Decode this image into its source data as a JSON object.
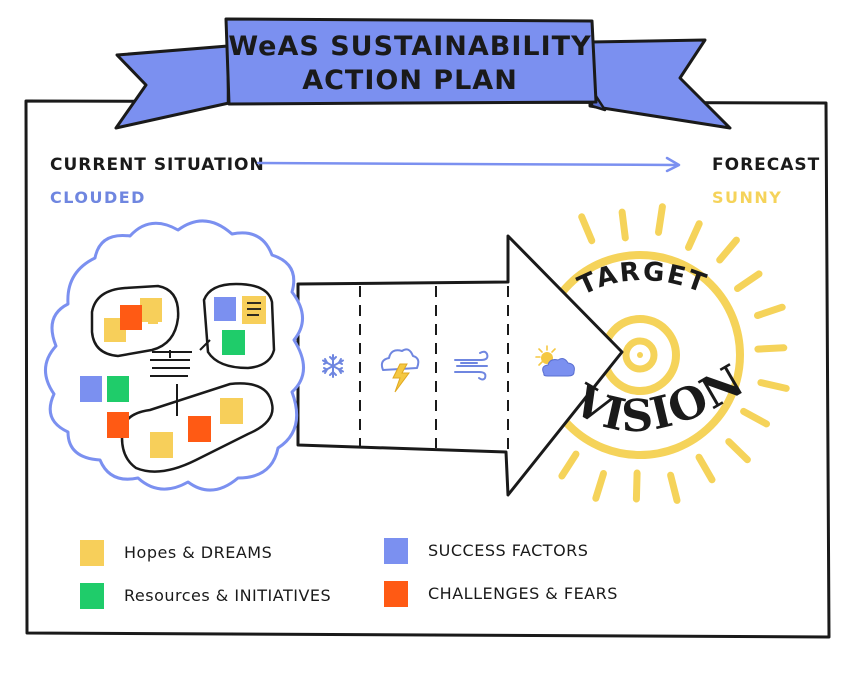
{
  "title": {
    "line1": "WeAS SUSTAINABILITY",
    "line2": "ACTION PLAN"
  },
  "current": {
    "label": "CURRENT SITUATION",
    "status": "CLOUDED"
  },
  "forecast": {
    "label": "FORECAST",
    "status": "SUNNY"
  },
  "target": {
    "top": "TARGET",
    "bottom": "VISION"
  },
  "legend": {
    "hopes": "Hopes & DREAMS",
    "resources": "Resources & INITIATIVES",
    "success": "SUCCESS FACTORS",
    "challenges": "CHALLENGES & FEARS"
  },
  "colors": {
    "hopes": "#f7cf5a",
    "resources": "#1fcc6a",
    "success": "#7b90f0",
    "challenges": "#ff5a14",
    "banner": "#7b90f0",
    "cloud_outline": "#7b90f0",
    "sun": "#f5d35a",
    "arrow_line": "#7b90f0",
    "ink": "#1a1a1a"
  },
  "icons": {
    "stage1": "snowflake-icon",
    "stage2": "thunderstorm-icon",
    "stage3": "wind-icon",
    "stage4": "sun-behind-cloud-icon"
  }
}
